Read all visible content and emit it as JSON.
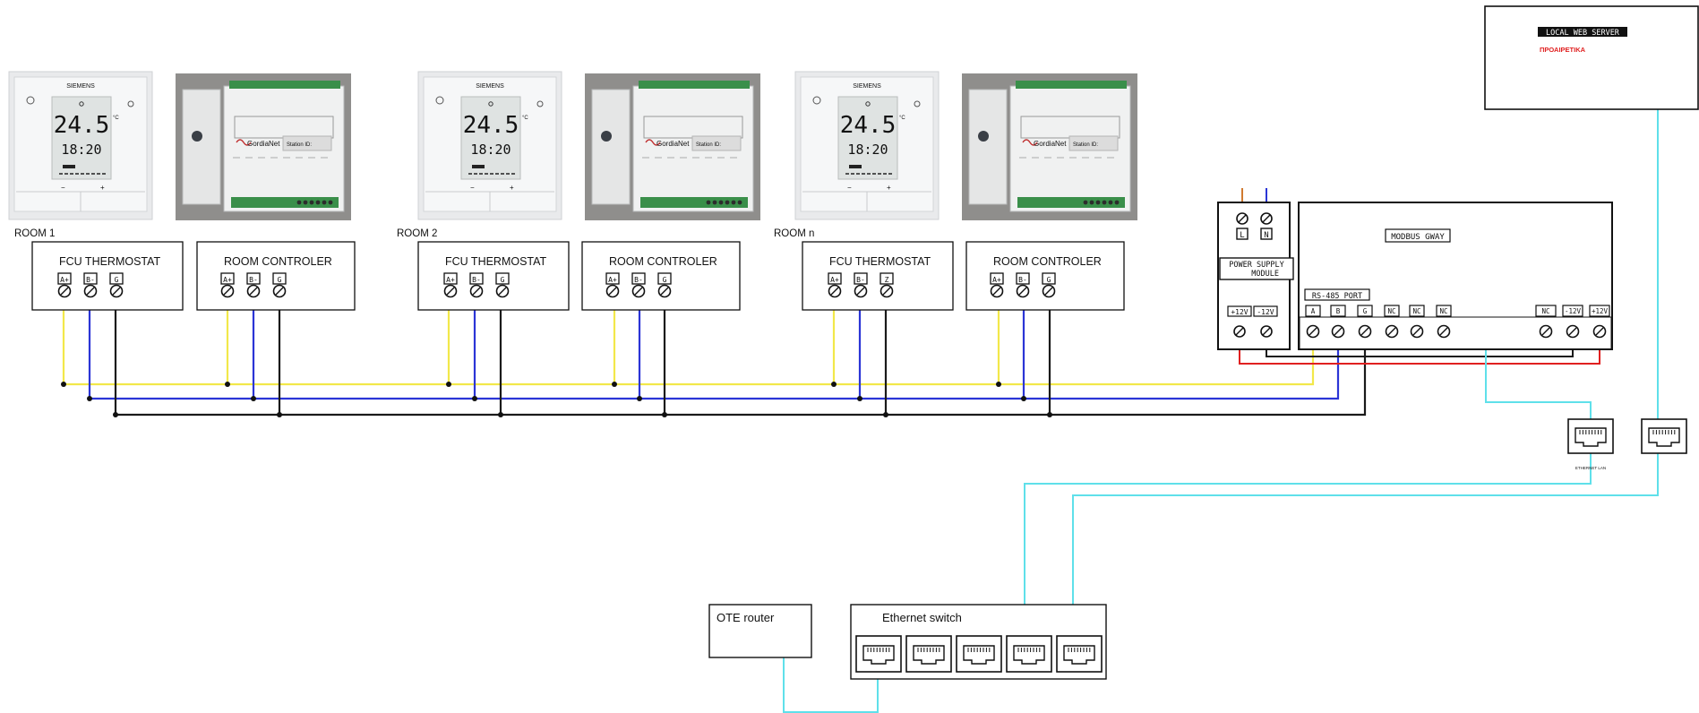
{
  "rooms": [
    {
      "label": "ROOM 1",
      "thermostat": {
        "brand": "SIEMENS",
        "temp": "24.5",
        "unit": "°C",
        "time": "18:20",
        "title": "FCU THERMOSTAT",
        "terminals": [
          "A+",
          "B-",
          "G"
        ]
      },
      "controller": {
        "brand": "GordiaNet",
        "station": "Station ID:",
        "title": "ROOM CONTROLER",
        "terminals": [
          "A+",
          "B-",
          "G"
        ]
      }
    },
    {
      "label": "ROOM 2",
      "thermostat": {
        "brand": "SIEMENS",
        "temp": "24.5",
        "unit": "°C",
        "time": "18:20",
        "title": "FCU THERMOSTAT",
        "terminals": [
          "A+",
          "B-",
          "G"
        ]
      },
      "controller": {
        "brand": "GordiaNet",
        "station": "Station ID:",
        "title": "ROOM CONTROLER",
        "terminals": [
          "A+",
          "B-",
          "G"
        ]
      }
    },
    {
      "label": "ROOM n",
      "thermostat": {
        "brand": "SIEMENS",
        "temp": "24.5",
        "unit": "°C",
        "time": "18:20",
        "title": "FCU THERMOSTAT",
        "terminals": [
          "A+",
          "B-",
          "Z"
        ]
      },
      "controller": {
        "brand": "GordiaNet",
        "station": "Station ID:",
        "title": "ROOM CONTROLER",
        "terminals": [
          "A+",
          "B-",
          "G"
        ]
      }
    }
  ],
  "power_supply": {
    "inputs": [
      "L",
      "N"
    ],
    "title": "POWER SUPPLY",
    "subtitle": "MODULE",
    "outputs": [
      "+12V",
      "-12V"
    ]
  },
  "gateway": {
    "title": "MODBUS GWAY",
    "port_label": "RS-485 PORT",
    "terminals": [
      "A",
      "B",
      "G",
      "NC",
      "NC",
      "NC"
    ],
    "right_terminals": [
      "NC",
      "-12V",
      "+12V"
    ]
  },
  "ethernet_label_small": "ETHERNET LAN",
  "local_server": {
    "title": "LOCAL WEB SERVER",
    "subtitle": "ΠΡΟΑΙΡΕΤΙΚΑ"
  },
  "ote_router": {
    "label": "OTE router"
  },
  "ethernet_switch": {
    "label": "Ethernet switch",
    "ports": 5
  },
  "colors": {
    "a_line": "#f2e84a",
    "b_line": "#2b35d6",
    "g_line": "#1a1a1a",
    "power_pos": "#e02020",
    "ethernet": "#5fe0ea",
    "phase_L": "#d07a30",
    "neutral_N": "#2b35d6",
    "server_subtitle": "#e02020"
  }
}
